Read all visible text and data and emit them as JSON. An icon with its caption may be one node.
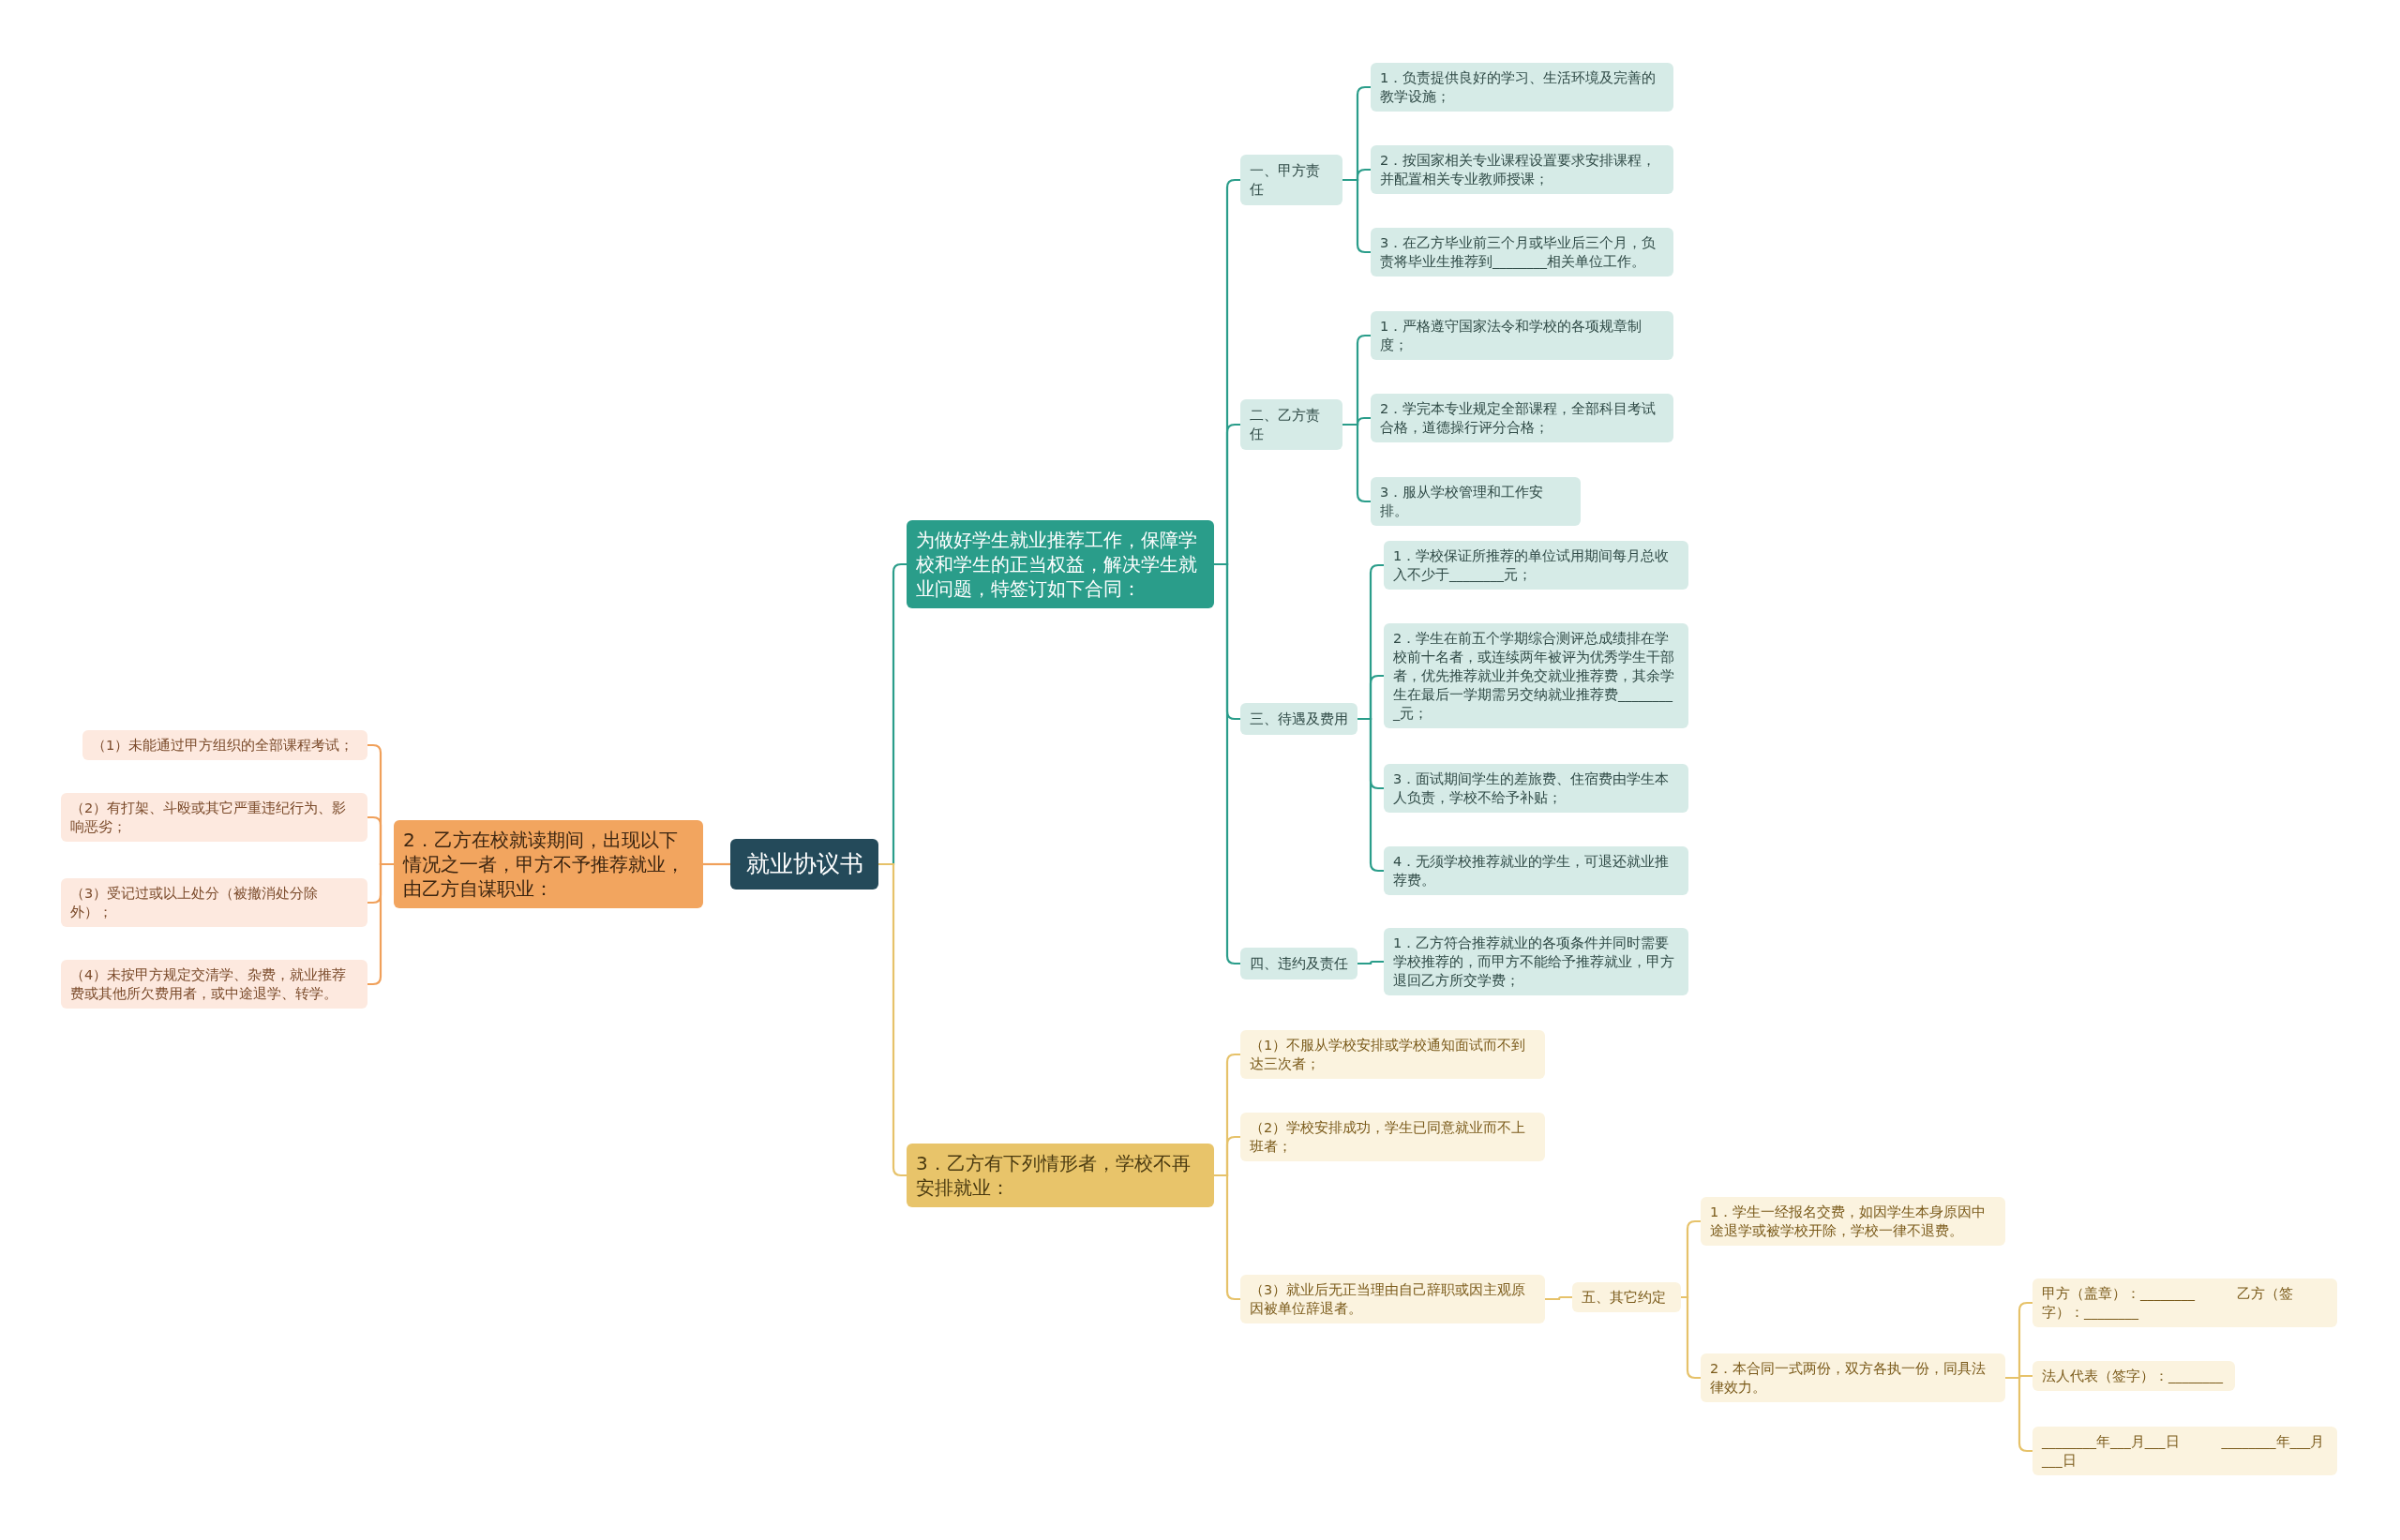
{
  "diagram": {
    "nodes": [
      {
        "text": [
          "就业协议书"
        ]
      },
      {
        "text": [
          "为做好学生就业推荐工作，保障学校和学生的正当权益，解决学生就业问题，特签订如下合同："
        ]
      },
      {
        "text": [
          "一、甲方责任"
        ]
      },
      {
        "text": [
          "1．负责提供良好的学习、生活环境及完善的教学设施；"
        ]
      },
      {
        "text": [
          "2．按国家相关专业课程设置要求安排课程，并配置相关专业教师授课；"
        ]
      },
      {
        "text": [
          "3．在乙方毕业前三个月或毕业后三个月，负责将毕业生推荐到________相关单位工作。"
        ]
      },
      {
        "text": [
          "二、乙方责任"
        ]
      },
      {
        "text": [
          "1．严格遵守国家法令和学校的各项规章制度；"
        ]
      },
      {
        "text": [
          "2．学完本专业规定全部课程，全部科目考试合格，道德操行评分合格；"
        ]
      },
      {
        "text": [
          "3．服从学校管理和工作安排。"
        ]
      },
      {
        "text": [
          "三、待遇及费用"
        ]
      },
      {
        "text": [
          "1．学校保证所推荐的单位试用期间每月总收入不少于________元；"
        ]
      },
      {
        "text": [
          "2．学生在前五个学期综合测评总成绩排在学校前十名者，或连续两年被评为优秀学生干部者，优先推荐就业并免交就业推荐费，其余学生在最后一学期需另交纳就业推荐费_________元；"
        ]
      },
      {
        "text": [
          "3．面试期间学生的差旅费、住宿费由学生本人负责，学校不给予补贴；"
        ]
      },
      {
        "text": [
          "4．无须学校推荐就业的学生，可退还就业推荐费。"
        ]
      },
      {
        "text": [
          "四、违约及责任"
        ]
      },
      {
        "text": [
          "1．乙方符合推荐就业的各项条件并同时需要学校推荐的，而甲方不能给予推荐就业，甲方退回乙方所交学费；"
        ]
      },
      {
        "text": [
          "3．乙方有下列情形者，学校不再安排就业："
        ]
      },
      {
        "text": [
          "（1）不服从学校安排或学校通知面试而不到达三次者；"
        ]
      },
      {
        "text": [
          "（2）学校安排成功，学生已同意就业而不上班者；"
        ]
      },
      {
        "text": [
          "（3）就业后无正当理由自己辞职或因主观原因被单位辞退者。"
        ]
      },
      {
        "text": [
          "五、其它约定"
        ]
      },
      {
        "text": [
          "1．学生一经报名交费，如因学生本身原因中途退学或被学校开除，学校一律不退费。"
        ]
      },
      {
        "text": [
          "2．本合同一式两份，双方各执一份，同具法律效力。"
        ]
      },
      {
        "text": [
          "甲方（盖章）：________　　　乙方（签字）：________"
        ]
      },
      {
        "text": [
          "法人代表（签字）：________"
        ]
      },
      {
        "text": [
          "________年___月___日　　　________年___月___日"
        ]
      },
      {
        "text": [
          "2．乙方在校就读期间，出现以下情况之一者，甲方不予推荐就业，由乙方自谋职业："
        ]
      },
      {
        "text": [
          "（1）未能通过甲方组织的全部课程考试；"
        ]
      },
      {
        "text": [
          "（2）有打架、斗殴或其它严重违纪行为、影响恶劣；"
        ]
      },
      {
        "text": [
          "（3）受记过或以上处分（被撤消处分除外）；"
        ]
      },
      {
        "text": [
          "（4）未按甲方规定交清学、杂费，就业推荐费或其他所欠费用者，或中途退学、转学。"
        ]
      }
    ],
    "edges": [
      {
        "from": 0,
        "to": 1,
        "arrow": "none",
        "color": "#2a9d8a"
      },
      {
        "from": 1,
        "to": 2,
        "arrow": "none",
        "color": "#2a9d8a"
      },
      {
        "from": 2,
        "to": 3,
        "arrow": "none",
        "color": "#2a9d8a"
      },
      {
        "from": 2,
        "to": 4,
        "arrow": "none",
        "color": "#2a9d8a"
      },
      {
        "from": 2,
        "to": 5,
        "arrow": "none",
        "color": "#2a9d8a"
      },
      {
        "from": 1,
        "to": 6,
        "arrow": "none",
        "color": "#2a9d8a"
      },
      {
        "from": 6,
        "to": 7,
        "arrow": "none",
        "color": "#2a9d8a"
      },
      {
        "from": 6,
        "to": 8,
        "arrow": "none",
        "color": "#2a9d8a"
      },
      {
        "from": 6,
        "to": 9,
        "arrow": "none",
        "color": "#2a9d8a"
      },
      {
        "from": 1,
        "to": 10,
        "arrow": "none",
        "color": "#2a9d8a"
      },
      {
        "from": 10,
        "to": 11,
        "arrow": "none",
        "color": "#2a9d8a"
      },
      {
        "from": 10,
        "to": 12,
        "arrow": "none",
        "color": "#2a9d8a"
      },
      {
        "from": 10,
        "to": 13,
        "arrow": "none",
        "color": "#2a9d8a"
      },
      {
        "from": 10,
        "to": 14,
        "arrow": "none",
        "color": "#2a9d8a"
      },
      {
        "from": 1,
        "to": 15,
        "arrow": "none",
        "color": "#2a9d8a"
      },
      {
        "from": 15,
        "to": 16,
        "arrow": "none",
        "color": "#2a9d8a"
      },
      {
        "from": 0,
        "to": 17,
        "arrow": "none",
        "color": "#e6c26a"
      },
      {
        "from": 17,
        "to": 18,
        "arrow": "none",
        "color": "#e6c26a"
      },
      {
        "from": 17,
        "to": 19,
        "arrow": "none",
        "color": "#e6c26a"
      },
      {
        "from": 17,
        "to": 20,
        "arrow": "none",
        "color": "#e6c26a"
      },
      {
        "from": 20,
        "to": 21,
        "arrow": "none",
        "color": "#e6c26a"
      },
      {
        "from": 21,
        "to": 22,
        "arrow": "none",
        "color": "#e6c26a"
      },
      {
        "from": 21,
        "to": 23,
        "arrow": "none",
        "color": "#e6c26a"
      },
      {
        "from": 23,
        "to": 24,
        "arrow": "none",
        "color": "#e6c26a"
      },
      {
        "from": 23,
        "to": 25,
        "arrow": "none",
        "color": "#e6c26a"
      },
      {
        "from": 23,
        "to": 26,
        "arrow": "none",
        "color": "#e6c26a"
      },
      {
        "from": 0,
        "to": 27,
        "arrow": "none",
        "color": "#f0a05a"
      },
      {
        "from": 27,
        "to": 28,
        "arrow": "none",
        "color": "#f0a05a"
      },
      {
        "from": 27,
        "to": 29,
        "arrow": "none",
        "color": "#f0a05a"
      },
      {
        "from": 27,
        "to": 30,
        "arrow": "none",
        "color": "#f0a05a"
      },
      {
        "from": 27,
        "to": 31,
        "arrow": "none",
        "color": "#f0a05a"
      }
    ]
  }
}
